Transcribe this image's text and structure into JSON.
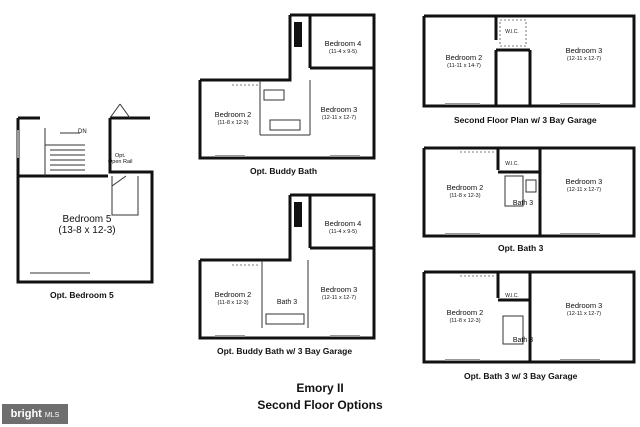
{
  "plans": {
    "bedroom5": {
      "caption": "Opt. Bedroom 5",
      "room_name": "Bedroom 5",
      "room_dims": "(13-8 x 12-3)",
      "dn_label": "DN",
      "rail_label_1": "Opt.",
      "rail_label_2": "Open Rail"
    },
    "buddy_bath": {
      "caption": "Opt. Buddy Bath",
      "bedroom4_name": "Bedroom 4",
      "bedroom4_dims": "(11-4 x 9-5)",
      "bedroom2_name": "Bedroom 2",
      "bedroom2_dims": "(11-8 x 12-3)",
      "bedroom3_name": "Bedroom 3",
      "bedroom3_dims": "(12-11 x 12-7)"
    },
    "buddy_bath_3bay": {
      "caption": "Opt. Buddy Bath w/ 3 Bay Garage",
      "bedroom4_name": "Bedroom 4",
      "bedroom4_dims": "(11-4 x 9-5)",
      "bedroom2_name": "Bedroom 2",
      "bedroom2_dims": "(11-8 x 12-3)",
      "bath_name": "Bath 3",
      "bedroom3_name": "Bedroom 3",
      "bedroom3_dims": "(12-11 x 12-7)"
    },
    "second_floor_3bay": {
      "caption": "Second Floor Plan w/ 3 Bay Garage",
      "bedroom2_name": "Bedroom 2",
      "bedroom2_dims": "(11-11 x 14-7)",
      "bedroom3_name": "Bedroom 3",
      "bedroom3_dims": "(12-11 x 12-7)",
      "wic_label": "W.I.C."
    },
    "bath3": {
      "caption": "Opt. Bath 3",
      "bedroom2_name": "Bedroom 2",
      "bedroom2_dims": "(11-8 x 12-3)",
      "bath_name": "Bath 3",
      "bedroom3_name": "Bedroom 3",
      "bedroom3_dims": "(12-11 x 12-7)",
      "wic_label": "W.I.C."
    },
    "bath3_3bay": {
      "caption": "Opt. Bath 3 w/ 3 Bay Garage",
      "bedroom2_name": "Bedroom 2",
      "bedroom2_dims": "(11-8 x 12-3)",
      "bath_name": "Bath 3",
      "bedroom3_name": "Bedroom 3",
      "bedroom3_dims": "(12-11 x 12-7)",
      "wic_label": "W.I.C."
    }
  },
  "footer": {
    "model": "Emory II",
    "subtitle": "Second Floor Options"
  },
  "watermark": {
    "brand": "bright",
    "suffix": "MLS"
  }
}
